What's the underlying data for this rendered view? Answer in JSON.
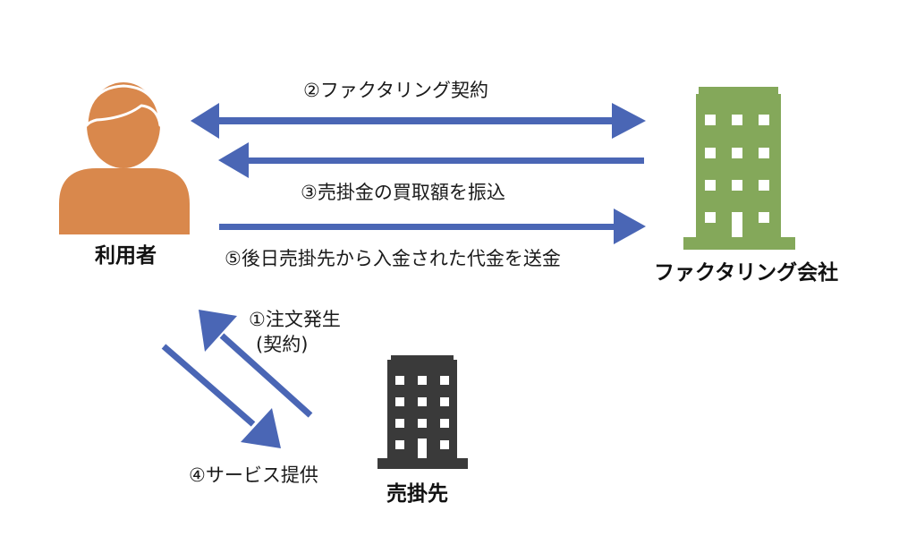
{
  "nodes": {
    "user": {
      "label": "利用者"
    },
    "factoring_company": {
      "label": "ファクタリング会社"
    },
    "customer": {
      "label": "売掛先"
    }
  },
  "edges": {
    "contract": {
      "label": "②ファクタリング契約"
    },
    "payment": {
      "label": "③売掛金の買取額を振込"
    },
    "remit": {
      "label": "⑤後日売掛先から入金された代金を送金"
    },
    "order_line1": {
      "label": "①注文発生"
    },
    "order_line2": {
      "label": "(契約)"
    },
    "service": {
      "label": "④サービス提供"
    }
  },
  "colors": {
    "person": "#d9884c",
    "factoring_building": "#84a85a",
    "customer_building": "#3a3a3a",
    "arrow": "#4a66b5"
  }
}
